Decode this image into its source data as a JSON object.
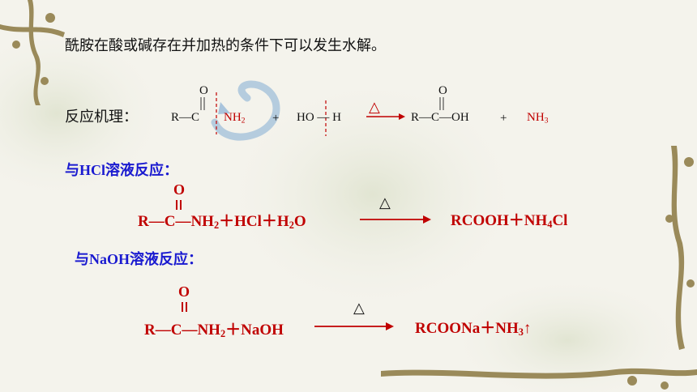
{
  "intro": "酰胺在酸或碱存在并加热的条件下可以发生水解。",
  "mechanism": {
    "label": "反应机理：",
    "amide": {
      "O": "O",
      "left": "R—C",
      "nh2": "NH",
      "nh2_sub": "2"
    },
    "plus1": "+",
    "water": "HO — H",
    "delta": "△",
    "acid": {
      "O": "O",
      "text": "R—C—OH"
    },
    "plus2": "+",
    "nh3": "NH",
    "nh3_sub": "3"
  },
  "hcl": {
    "title": "与HCl溶液反应：",
    "O": "O",
    "lhs_a": "R—C—NH",
    "lhs_sub": "2",
    "lhs_b": "＋HCl＋H",
    "lhs_sub2": "2",
    "lhs_c": "O",
    "delta": "△",
    "rhs_a": "RCOOH＋NH",
    "rhs_sub": "4",
    "rhs_b": "Cl"
  },
  "naoh": {
    "title": "与NaOH溶液反应：",
    "O": "O",
    "lhs_a": "R—C—NH",
    "lhs_sub": "2",
    "lhs_b": "＋NaOH",
    "delta": "△",
    "rhs_a": "RCOONa＋NH",
    "rhs_sub": "3",
    "rhs_b": "↑"
  }
}
